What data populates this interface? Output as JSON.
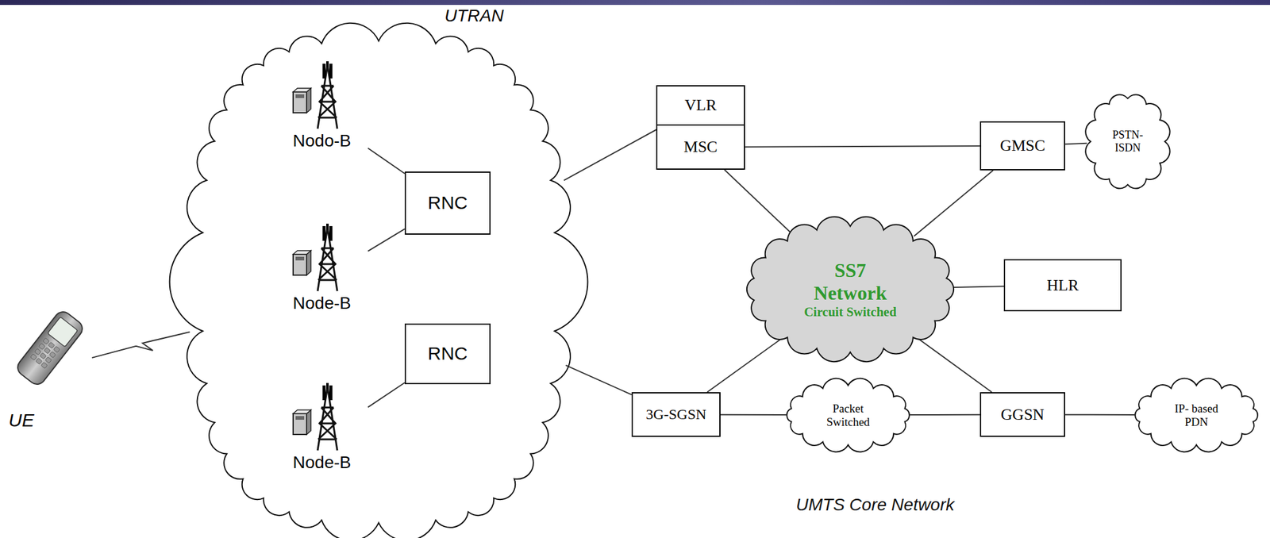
{
  "diagram": {
    "nodes": [
      {
        "text": [
          "UE"
        ]
      },
      {
        "text": [
          "UTRAN"
        ]
      },
      {
        "text": [
          "Nodo-B"
        ],
        "in": 1
      },
      {
        "text": [
          "RNC"
        ],
        "in": 1
      },
      {
        "text": [
          "Node-B"
        ],
        "in": 1
      },
      {
        "text": [
          "RNC"
        ],
        "in": 1
      },
      {
        "text": [
          "Node-B"
        ],
        "in": 1
      },
      {
        "text": [
          "VLR"
        ]
      },
      {
        "text": [
          "MSC"
        ]
      },
      {
        "text": [
          "GMSC"
        ]
      },
      {
        "text": [
          "PSTN- ISDN"
        ]
      },
      {
        "text": [
          "SS7",
          "Network",
          "Circuit Switched"
        ]
      },
      {
        "text": [
          "HLR"
        ]
      },
      {
        "text": [
          "3G-SGSN"
        ]
      },
      {
        "text": [
          "Packet Switched"
        ]
      },
      {
        "text": [
          "GGSN"
        ]
      },
      {
        "text": [
          "IP- based PDN"
        ]
      }
    ],
    "edges": [
      {
        "from": 0,
        "to": 1,
        "arrow": "none"
      },
      {
        "from": 2,
        "to": 3,
        "arrow": "none"
      },
      {
        "from": 4,
        "to": 3,
        "arrow": "none"
      },
      {
        "from": 6,
        "to": 5,
        "arrow": "none"
      },
      {
        "from": 1,
        "to": 7,
        "arrow": "none"
      },
      {
        "from": 1,
        "to": 13,
        "arrow": "none"
      },
      {
        "from": 8,
        "to": 9,
        "arrow": "none"
      },
      {
        "from": 9,
        "to": 10,
        "arrow": "none"
      },
      {
        "from": 8,
        "to": 11,
        "arrow": "none"
      },
      {
        "from": 9,
        "to": 11,
        "arrow": "none"
      },
      {
        "from": 11,
        "to": 12,
        "arrow": "none"
      },
      {
        "from": 13,
        "to": 11,
        "arrow": "none"
      },
      {
        "from": 11,
        "to": 15,
        "arrow": "none"
      },
      {
        "from": 13,
        "to": 14,
        "arrow": "none"
      },
      {
        "from": 14,
        "to": 15,
        "arrow": "none"
      },
      {
        "from": 15,
        "to": 16,
        "arrow": "none"
      }
    ],
    "labels": [
      "UMTS Core Network"
    ]
  }
}
